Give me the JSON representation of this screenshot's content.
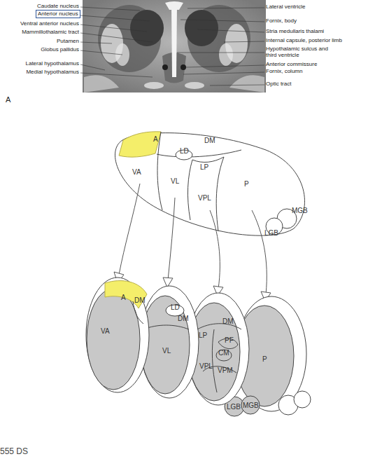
{
  "diagram": {
    "nodes": [
      {
        "text": [
          "Anterior nucleus"
        ]
      }
    ],
    "labels": [
      "Caudate nucleus",
      "Ventral anterior nucleus",
      "Mammillothalamic tract",
      "Putamen",
      "Globus pallidus",
      "Lateral hypothalamus",
      "Medial hypothalamus",
      "Lateral ventricle",
      "Fornix, body",
      "Stria medullaris thalami",
      "Internal capsule, posterior limb",
      "Hypothalamic sulcus and third ventricle",
      "Anterior commissure",
      "Fornix, column",
      "Optic tract",
      "A",
      "A",
      "LD",
      "DM",
      "VA",
      "VL",
      "LP",
      "VPL",
      "P",
      "MGB",
      "LGB",
      "A",
      "DM",
      "VA",
      "LD",
      "DM",
      "VL",
      "DM",
      "LP",
      "PF",
      "CM",
      "VPL",
      "VPM",
      "P",
      "LGB",
      "MGB",
      "555 DS"
    ]
  }
}
